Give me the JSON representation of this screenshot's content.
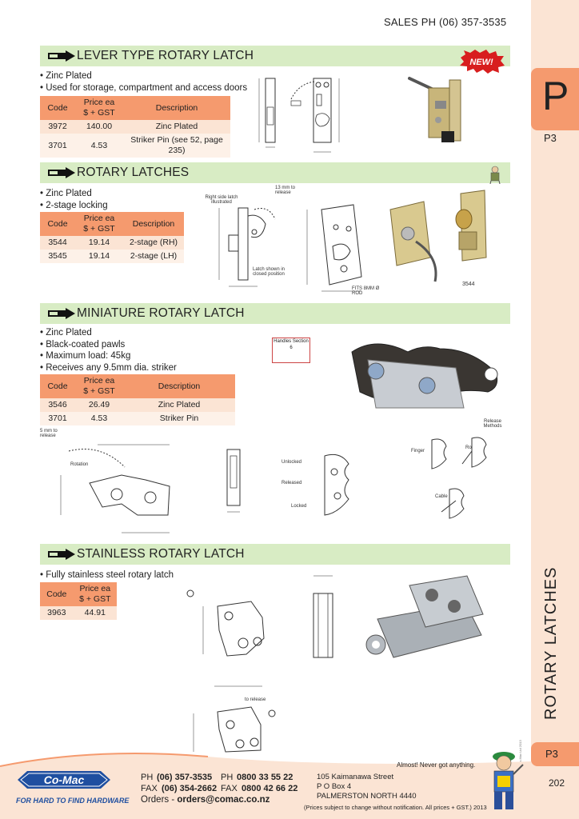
{
  "header": {
    "sales": "SALES  PH (06) 357-3535"
  },
  "tab": {
    "letter": "P",
    "code_top": "P3",
    "code_bottom": "P3",
    "vertical_title": "ROTARY LATCHES",
    "page_number": "202",
    "copyright": "© Co-Mac Ltd 2013"
  },
  "colors": {
    "accent": "#f59a6e",
    "accent_light": "#fbe4d4",
    "section_bar": "#d8ecc4",
    "brand_blue": "#1f4fa0"
  },
  "table_headers": {
    "code": "Code",
    "price": "Price ea\n$ + GST",
    "description": "Description"
  },
  "sections": [
    {
      "title": "LEVER TYPE ROTARY LATCH",
      "badge": "NEW!",
      "bullets": [
        "Zinc Plated",
        "Used for storage, compartment and access doors"
      ],
      "rows": [
        {
          "code": "3972",
          "price": "140.00",
          "description": "Zinc Plated"
        },
        {
          "code": "3701",
          "price": "4.53",
          "description": "Striker Pin (see 52, page 235)"
        }
      ]
    },
    {
      "title": "ROTARY LATCHES",
      "bullets": [
        "Zinc Plated",
        "2-stage locking"
      ],
      "rows": [
        {
          "code": "3544",
          "price": "19.14",
          "description": "2-stage (RH)"
        },
        {
          "code": "3545",
          "price": "19.14",
          "description": "2-stage (LH)"
        }
      ],
      "captions": {
        "right_side": "Right side latch illustrated",
        "release": "13 mm to release",
        "closed": "Latch shown in closed position",
        "fits": "FITS 8MM Ø ROD",
        "photo_code": "3544"
      }
    },
    {
      "title": "MINIATURE ROTARY LATCH",
      "bullets": [
        "Zinc Plated",
        "Black-coated pawls",
        "Maximum load: 45kg",
        "Receives any 9.5mm dia. striker"
      ],
      "rows": [
        {
          "code": "3546",
          "price": "26.49",
          "description": "Zinc Plated"
        },
        {
          "code": "3701",
          "price": "4.53",
          "description": "Striker Pin"
        }
      ],
      "handles_note": "Handles Section 6",
      "captions": {
        "release": "5 mm to release",
        "rotation": "Rotation",
        "unlocked": "Unlocked",
        "released": "Released",
        "locked": "Locked",
        "release_methods": "Release Methods",
        "finger": "Finger",
        "rod": "Rod",
        "cable": "Cable"
      }
    },
    {
      "title": "STAINLESS ROTARY LATCH",
      "bullets": [
        "Fully stainless steel rotary latch"
      ],
      "rows": [
        {
          "code": "3963",
          "price": "44.91",
          "description": ""
        }
      ],
      "captions": {
        "release": "to release"
      }
    }
  ],
  "footer": {
    "brand": "Co-Mac",
    "tagline": "FOR HARD TO FIND HARDWARE",
    "ph_label": "PH",
    "ph": "(06) 357-3535",
    "ph2": "0800 33 55 22",
    "fax_label": "FAX",
    "fax": "(06) 354-2662",
    "fax2": "0800 42 66 22",
    "orders_label": "Orders - ",
    "orders_email": "orders@comac.co.nz",
    "address1": "105 Kaimanawa Street",
    "address2": "P O Box 4",
    "address3": "PALMERSTON NORTH 4440",
    "note": "(Prices subject to change without notification.  All prices + GST.) 2013",
    "mascot_caption": "Almost! Never got anything."
  }
}
